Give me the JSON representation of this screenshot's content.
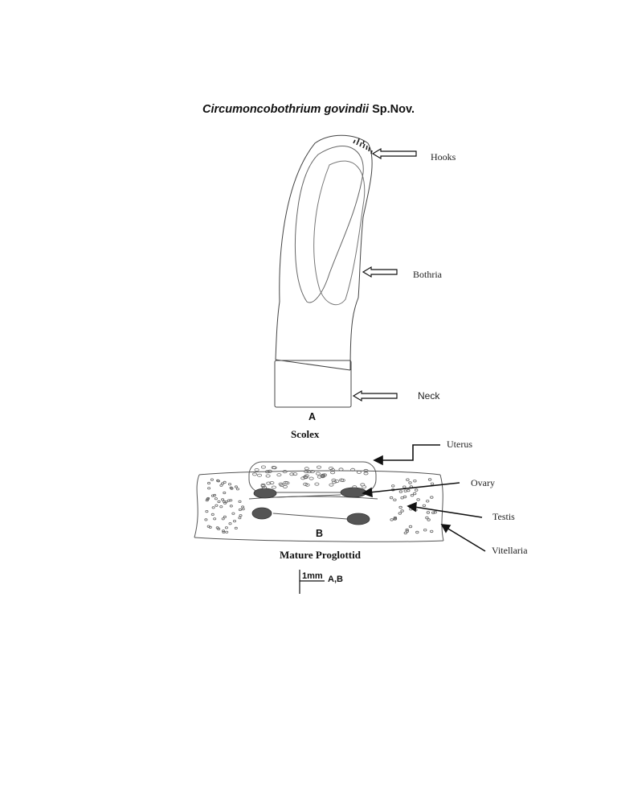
{
  "title": {
    "genus_species": "Circumoncobothrium govindii",
    "suffix": " Sp.Nov."
  },
  "figure_a": {
    "letter": "A",
    "caption": "Scolex",
    "labels": {
      "hooks": "Hooks",
      "bothria": "Bothria",
      "neck": "Neck"
    }
  },
  "figure_b": {
    "letter": "B",
    "caption": "Mature Proglottid",
    "labels": {
      "uterus": "Uterus",
      "ovary": "Ovary",
      "testis": "Testis",
      "vitellaria": "Vitellaria"
    }
  },
  "scale_bar": {
    "length": "1mm",
    "applies_to": "A,B"
  }
}
